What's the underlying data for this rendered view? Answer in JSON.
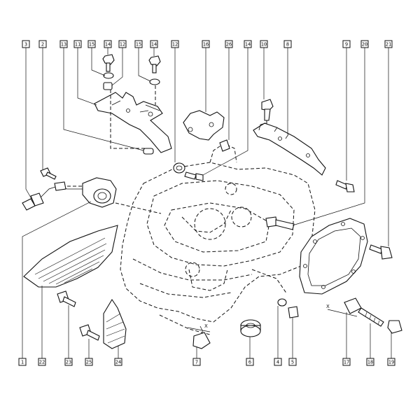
{
  "callouts": {
    "top": [
      "3",
      "2",
      "13",
      "11",
      "15",
      "14",
      "12",
      "15",
      "14",
      "12",
      "16",
      "26",
      "14",
      "10",
      "8",
      "9",
      "20",
      "21"
    ],
    "bottom": [
      "1",
      "22",
      "23",
      "25",
      "24",
      "7",
      "6",
      "4",
      "5",
      "17",
      "18",
      "19"
    ]
  },
  "annotations": {
    "dim_mark_bottom": "X",
    "dim_mark_right": "X"
  }
}
